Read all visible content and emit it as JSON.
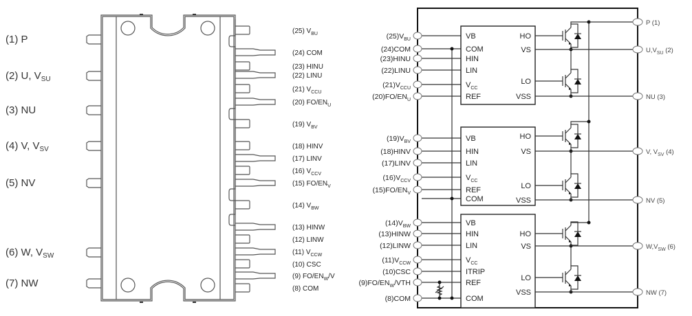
{
  "package_view": {
    "left_pins": [
      {
        "num": "(1)",
        "name": "P",
        "sub": ""
      },
      {
        "num": "(2)",
        "name": "U, V",
        "sub": "SU"
      },
      {
        "num": "(3)",
        "name": "NU",
        "sub": ""
      },
      {
        "num": "(4)",
        "name": "V, V",
        "sub": "SV"
      },
      {
        "num": "(5)",
        "name": "NV",
        "sub": ""
      },
      {
        "num": "(6)",
        "name": "W, V",
        "sub": "SW"
      },
      {
        "num": "(7)",
        "name": "NW",
        "sub": ""
      }
    ],
    "right_pins": [
      {
        "num": "(25)",
        "name": "V",
        "sub": "BU"
      },
      {
        "num": "(24)",
        "name": "COM",
        "sub": ""
      },
      {
        "num": "(23)",
        "name": "HINU",
        "sub": ""
      },
      {
        "num": "(22)",
        "name": "LINU",
        "sub": ""
      },
      {
        "num": "(21)",
        "name": "V",
        "sub": "CCU"
      },
      {
        "num": "(20)",
        "name": "FO/EN",
        "sub": "U"
      },
      {
        "num": "(19)",
        "name": "V",
        "sub": "BV"
      },
      {
        "num": "(18)",
        "name": "HINV",
        "sub": ""
      },
      {
        "num": "(17)",
        "name": "LINV",
        "sub": ""
      },
      {
        "num": "(16)",
        "name": "V",
        "sub": "CCV"
      },
      {
        "num": "(15)",
        "name": "FO/EN",
        "sub": "V"
      },
      {
        "num": "(14)",
        "name": "V",
        "sub": "BW"
      },
      {
        "num": "(13)",
        "name": "HINW",
        "sub": ""
      },
      {
        "num": "(12)",
        "name": "LINW",
        "sub": ""
      },
      {
        "num": "(11)",
        "name": "V",
        "sub": "CCW"
      },
      {
        "num": "(10)",
        "name": "CSC",
        "sub": ""
      },
      {
        "num": "(9)",
        "name": "FO/EN",
        "sub": "W",
        "suffix": "/V"
      },
      {
        "num": "(8)",
        "name": "COM",
        "sub": ""
      }
    ]
  },
  "schematic": {
    "input_pins": [
      {
        "num": "(25)",
        "name": "V",
        "sub": "BU"
      },
      {
        "num": "(24)",
        "name": "COM",
        "sub": ""
      },
      {
        "num": "(23)",
        "name": "HINU",
        "sub": ""
      },
      {
        "num": "(22)",
        "name": "LINU",
        "sub": ""
      },
      {
        "num": "(21)",
        "name": "V",
        "sub": "CCU"
      },
      {
        "num": "(20)",
        "name": "FO/EN",
        "sub": "U"
      },
      {
        "num": "(19)",
        "name": "V",
        "sub": "BV"
      },
      {
        "num": "(18)",
        "name": "HINV",
        "sub": ""
      },
      {
        "num": "(17)",
        "name": "LINV",
        "sub": ""
      },
      {
        "num": "(16)",
        "name": "V",
        "sub": "CCV"
      },
      {
        "num": "(15)",
        "name": "FO/EN",
        "sub": "V"
      },
      {
        "num": "(14)",
        "name": "V",
        "sub": "BW"
      },
      {
        "num": "(13)",
        "name": "HINW",
        "sub": ""
      },
      {
        "num": "(12)",
        "name": "LINW",
        "sub": ""
      },
      {
        "num": "(11)",
        "name": "V",
        "sub": "CCW"
      },
      {
        "num": "(10)",
        "name": "CSC",
        "sub": ""
      },
      {
        "num": "(9)",
        "name": "FO/EN",
        "sub": "W",
        "suffix": "/VTH"
      },
      {
        "num": "(8)",
        "name": "COM",
        "sub": ""
      }
    ],
    "drivers": [
      {
        "left": [
          {
            "name": "VB",
            "sub": ""
          },
          {
            "name": "COM",
            "sub": ""
          },
          {
            "name": "HIN",
            "sub": ""
          },
          {
            "name": "LIN",
            "sub": ""
          },
          {
            "name": "V",
            "sub": "CC"
          },
          {
            "name": "REF",
            "sub": ""
          }
        ],
        "right": [
          "HO",
          "VS",
          "LO",
          "VSS"
        ]
      },
      {
        "left": [
          {
            "name": "VB",
            "sub": ""
          },
          {
            "name": "HIN",
            "sub": ""
          },
          {
            "name": "LIN",
            "sub": ""
          },
          {
            "name": "V",
            "sub": "CC"
          },
          {
            "name": "REF",
            "sub": ""
          },
          {
            "name": "COM",
            "sub": ""
          }
        ],
        "right": [
          "HO",
          "VS",
          "LO",
          "VSS"
        ]
      },
      {
        "left": [
          {
            "name": "VB",
            "sub": ""
          },
          {
            "name": "HIN",
            "sub": ""
          },
          {
            "name": "LIN",
            "sub": ""
          },
          {
            "name": "V",
            "sub": "CC"
          },
          {
            "name": "ITRIP",
            "sub": ""
          },
          {
            "name": "REF",
            "sub": ""
          },
          {
            "name": "COM",
            "sub": ""
          }
        ],
        "right": [
          "HO",
          "VS",
          "LO",
          "VSS"
        ]
      }
    ],
    "output_pins": [
      {
        "label": "P (1)",
        "name": "P",
        "sub": "",
        "num": " (1)"
      },
      {
        "label": "U,Vsu (2)",
        "name": "U,V",
        "sub": "SU",
        "num": " (2)"
      },
      {
        "label": "NU (3)",
        "name": "NU",
        "sub": "",
        "num": " (3)"
      },
      {
        "label": "V, Vsv (4)",
        "name": "V, V",
        "sub": "SV",
        "num": " (4)"
      },
      {
        "label": "NV (5)",
        "name": "NV",
        "sub": "",
        "num": " (5)"
      },
      {
        "label": "W,Vsw (6)",
        "name": "W,V",
        "sub": "SW",
        "num": " (6)"
      },
      {
        "label": "NW (7)",
        "name": "NW",
        "sub": "",
        "num": " (7)"
      }
    ]
  }
}
